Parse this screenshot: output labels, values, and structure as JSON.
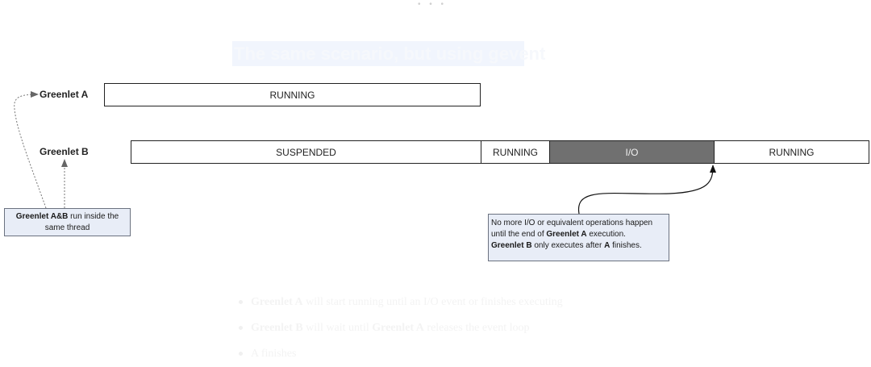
{
  "top_decoration": "• • •",
  "title": "The same scenario, but using gevent",
  "rows": [
    {
      "label": "Greenlet A",
      "bars": [
        {
          "label": "RUNNING",
          "style": "plain"
        }
      ]
    },
    {
      "label": "Greenlet B",
      "bars": [
        {
          "label": "SUSPENDED",
          "style": "plain"
        },
        {
          "label": "RUNNING",
          "style": "plain"
        },
        {
          "label": "I/O",
          "style": "filled"
        },
        {
          "label": "RUNNING",
          "style": "plain"
        }
      ]
    }
  ],
  "note_left": {
    "bold": "Greenlet A&B",
    "text_1": " run inside the",
    "text_2": "same thread"
  },
  "note_right": {
    "line1": "No more I/O or equivalent operations happen",
    "line2_pre": "until the end of ",
    "line2_bold": "Greenlet A",
    "line2_post": " execution.",
    "line3_bold1": "Greenlet B",
    "line3_mid": " only executes after ",
    "line3_bold2": "A",
    "line3_post": " finishes."
  },
  "bullets": [
    {
      "bold": "Greenlet A",
      "text": " will start running until an I/O event or finishes executing"
    },
    {
      "bold": "Greenlet B",
      "text": " will wait until ",
      "bold2": "Greenlet A",
      "text2": " releases the event loop"
    },
    {
      "text": "A finishes"
    }
  ],
  "colors": {
    "bar_border": "#222222",
    "io_fill": "#707070",
    "note_fill": "#e8edf7",
    "connector": "#555555"
  }
}
